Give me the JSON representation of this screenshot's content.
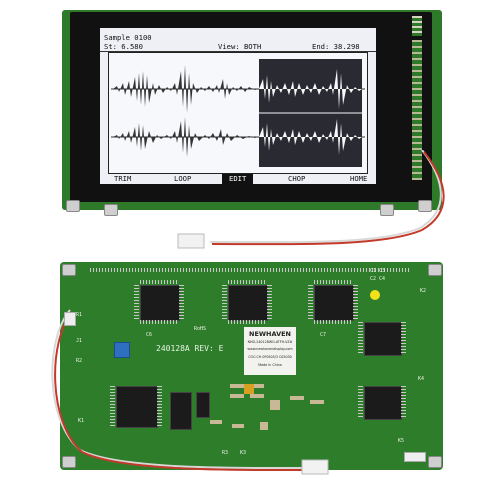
{
  "lcd": {
    "sample_label": "Sample 0100",
    "start_label": "St: 6.580",
    "view_label": "View: BOTH",
    "end_label": "End: 38.298",
    "menu": [
      "TRIM",
      "LOOP",
      "EDIT",
      "CHOP",
      "HOME"
    ],
    "active_menu": "EDIT"
  },
  "pcb": {
    "part_number": "240128A REV: E",
    "brand": "NEWHAVEN",
    "label_lines": [
      "NHD-240128WG-ATFH-VZ#",
      "www.newhavendisplay.com",
      "COC:CH 0F0505/3 C05030",
      "Made in China"
    ],
    "silk_labels": [
      "RoHS",
      "J1",
      "R1",
      "R2",
      "R3",
      "K1",
      "K2",
      "K3",
      "K4",
      "K5",
      "C6",
      "C7",
      "C1 C3",
      "C2 C4"
    ]
  },
  "colors": {
    "pcb_green": "#2e7d2b",
    "lcd_bg": "#eef0f6",
    "bezel": "#111111"
  }
}
